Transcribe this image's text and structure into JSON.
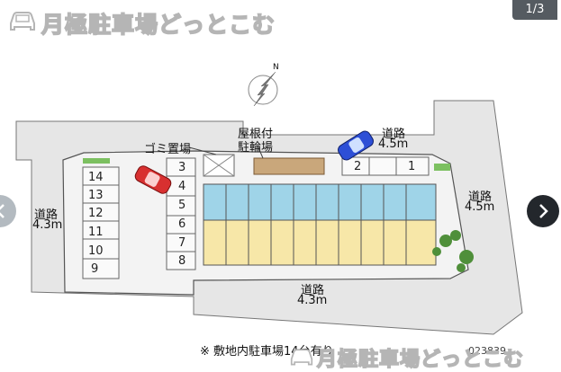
{
  "brand": {
    "name": "月極駐車場どっとこむ"
  },
  "pager": {
    "counter": "1/3"
  },
  "map": {
    "road_left": {
      "name": "道路",
      "width": "4.3m"
    },
    "road_top": {
      "name": "道路",
      "width": "4.5m"
    },
    "road_right": {
      "name": "道路",
      "width": "4.5m"
    },
    "road_bottom": {
      "name": "道路",
      "width": "4.3m"
    },
    "garbage_area": "ゴミ置場",
    "bike_parking": {
      "line1": "屋根付",
      "line2": "駐輪場"
    },
    "spaces_left": [
      "14",
      "13",
      "12",
      "11",
      "10",
      "9"
    ],
    "spaces_center": [
      "3",
      "4",
      "5",
      "6",
      "7",
      "8"
    ],
    "spaces_top": [
      "2",
      "1"
    ],
    "north_label": "N",
    "note": "※ 敷地内駐車場14台有り",
    "code": "023839"
  },
  "colors": {
    "building": "#f7e7a8",
    "building_top": "#9fd4e8",
    "ground": "#e4e4e4",
    "road": "#ffffff"
  }
}
